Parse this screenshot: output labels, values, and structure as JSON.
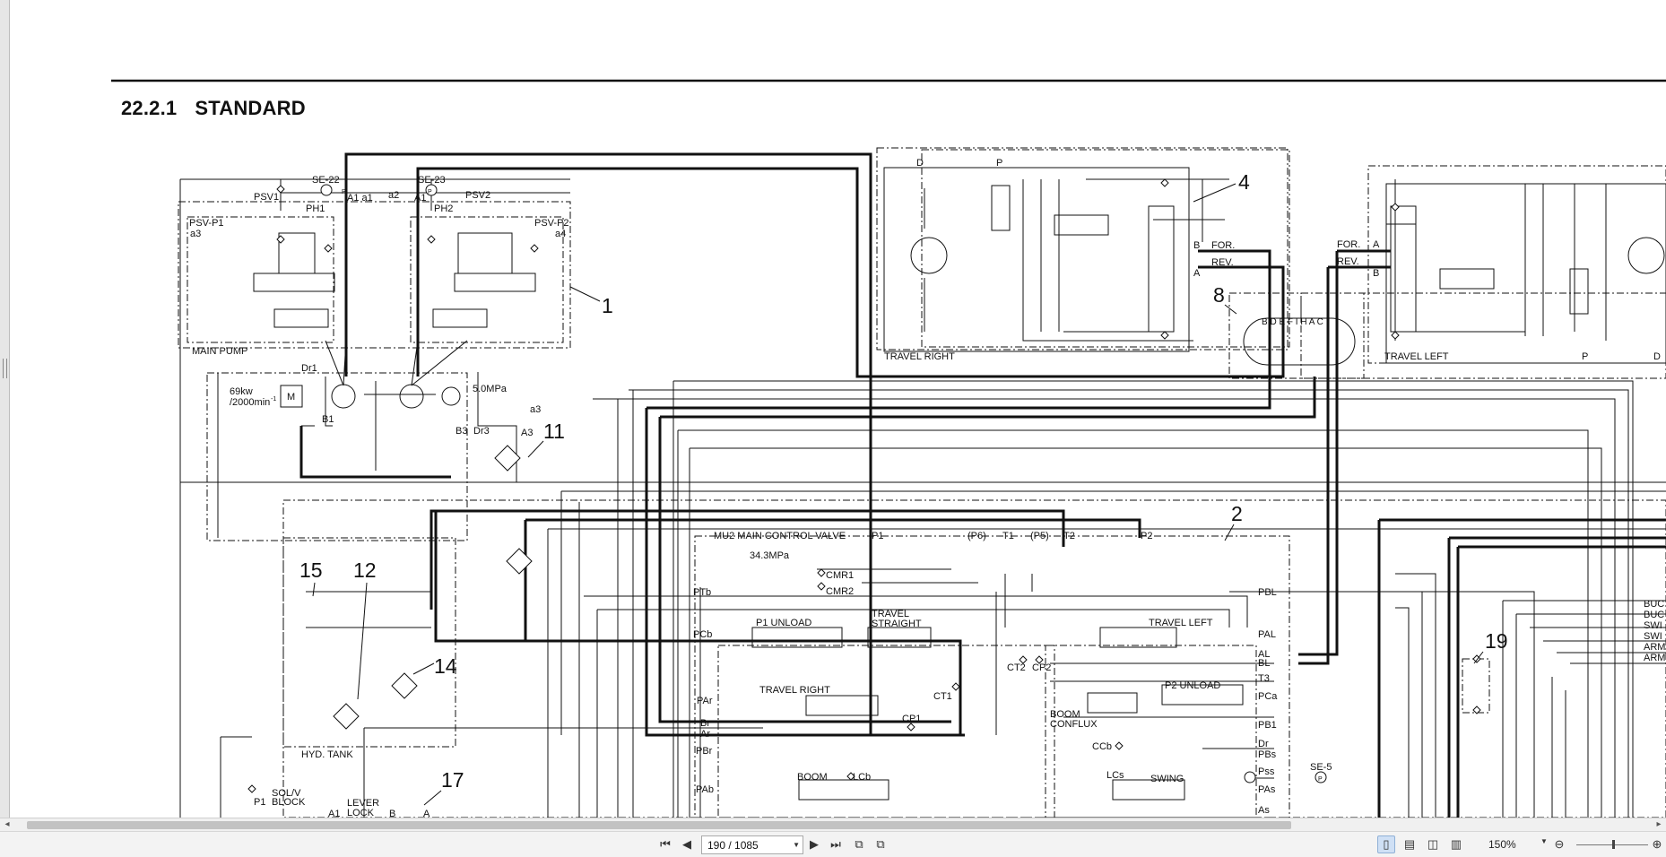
{
  "document": {
    "section_number": "22.2.1",
    "section_title": "STANDARD"
  },
  "callouts": [
    "1",
    "2",
    "4",
    "8",
    "11",
    "12",
    "14",
    "15",
    "17",
    "19"
  ],
  "labels": {
    "main_pump": "MAIN PUMP",
    "psv1": "PSV1",
    "psv2": "PSV2",
    "psv_p1": "PSV-P1",
    "psv_p2": "PSV-P2",
    "se22": "SE-22",
    "se23": "SE-23",
    "se5": "SE-5",
    "ph1": "PH1",
    "ph2": "PH2",
    "a1a1": "A1 a1",
    "a2": "a2",
    "a1": "A1",
    "a3l": "a3",
    "a4": "a4",
    "a3r": "a3",
    "dr1": "Dr1",
    "b1": "B1",
    "b3": "B3",
    "dr3": "Dr3",
    "a3port": "A3",
    "engine": "69kw",
    "rpm": "/2000min",
    "rpm_sup": "-1",
    "motor": "M",
    "pressure_5": "5.0MPa",
    "hyd_tank": "HYD. TANK",
    "solv": "SOL/V",
    "block": "BLOCK",
    "lever": "LEVER",
    "lock": "LOCK",
    "p1b": "P1",
    "a1b": "A1",
    "bb": "B",
    "ab": "A",
    "mcv": "MU2 MAIN CONTROL VALVE",
    "p1": "P1",
    "p2": "P2",
    "p6": "(P6)",
    "t1": "T1",
    "p5": "(P5)",
    "t2": "T2",
    "pressure_34": "34.3MPa",
    "cmr1": "CMR1",
    "cmr2": "CMR2",
    "ptb": "PTb",
    "pcb": "PCb",
    "par": "PAr",
    "br": "Br",
    "ar": "Ar",
    "pbr": "PBr",
    "pab": "PAb",
    "p1_unload": "P1 UNLOAD",
    "travel_straight_1": "TRAVEL",
    "travel_straight_2": "STRAIGHT",
    "travel_right_valve": "TRAVEL RIGHT",
    "ct1": "CT1",
    "cp1": "CP1",
    "ct2": "CT2",
    "cp2": "CP2",
    "boom": "BOOM",
    "lcb": "LCb",
    "boom_conflux_1": "BOOM",
    "boom_conflux_2": "CONFLUX",
    "ccb": "CCb",
    "travel_left_valve": "TRAVEL LEFT",
    "p2_unload": "P2 UNLOAD",
    "lcs": "LCs",
    "swing": "SWING",
    "pbl": "PBL",
    "pal": "PAL",
    "al": "AL",
    "bl": "BL",
    "t3": "T3",
    "pca": "PCa",
    "pb1": "PB1",
    "dr": "Dr",
    "pbs": "PBs",
    "pss": "Pss",
    "pas": "PAs",
    "as": "As",
    "travel_right_motor": "TRAVEL RIGHT",
    "travel_left_motor": "TRAVEL LEFT",
    "d_r": "D",
    "p_r": "P",
    "b_r": "B",
    "for_r": "FOR.",
    "rev_r": "REV.",
    "a_r": "A",
    "for_l": "FOR.",
    "rev_l": "REV.",
    "a_l": "A",
    "b_l": "B",
    "p_l": "P",
    "d_l": "D",
    "swivel_ports": "B D E F I H A C",
    "buc1": "BUC",
    "buc2": "BUC",
    "swi1": "SWI",
    "swi2": "SWI",
    "arm1": "ARM",
    "arm2": "ARM"
  },
  "toolbar": {
    "page_value": "190 / 1085",
    "zoom": "150%"
  },
  "colors": {
    "line": "#111111",
    "toolbar_bg": "#f3f3f3",
    "scroll_thumb": "#c2c2c2",
    "active_view": "#cfe0f5"
  }
}
